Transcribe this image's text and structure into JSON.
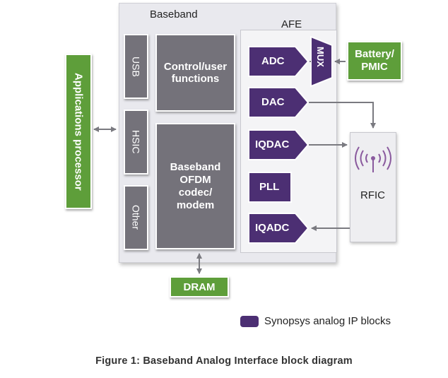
{
  "baseband": {
    "label": "Baseband"
  },
  "afe": {
    "label": "AFE"
  },
  "app_processor": {
    "label": "Applications processor"
  },
  "interfaces": {
    "usb": "USB",
    "hsic": "HSIC",
    "other": "Other"
  },
  "control": {
    "label": "Control/user functions"
  },
  "codec": {
    "label": "Baseband OFDM codec/ modem"
  },
  "afe_blocks": {
    "adc": "ADC",
    "dac": "DAC",
    "iqdac": "IQDAC",
    "pll": "PLL",
    "iqadc": "IQADC",
    "mux": "MUX"
  },
  "battery": {
    "label": "Battery/ PMIC"
  },
  "rfic": {
    "label": "RFIC"
  },
  "dram": {
    "label": "DRAM"
  },
  "legend": {
    "label": "Synopsys analog IP blocks"
  },
  "caption": "Figure 1: Baseband Analog Interface block diagram",
  "colors": {
    "ip_block": "#4c2f73",
    "green_block": "#5e9e3a",
    "gray_block": "#74727a",
    "arrow": "#7a7a80"
  }
}
